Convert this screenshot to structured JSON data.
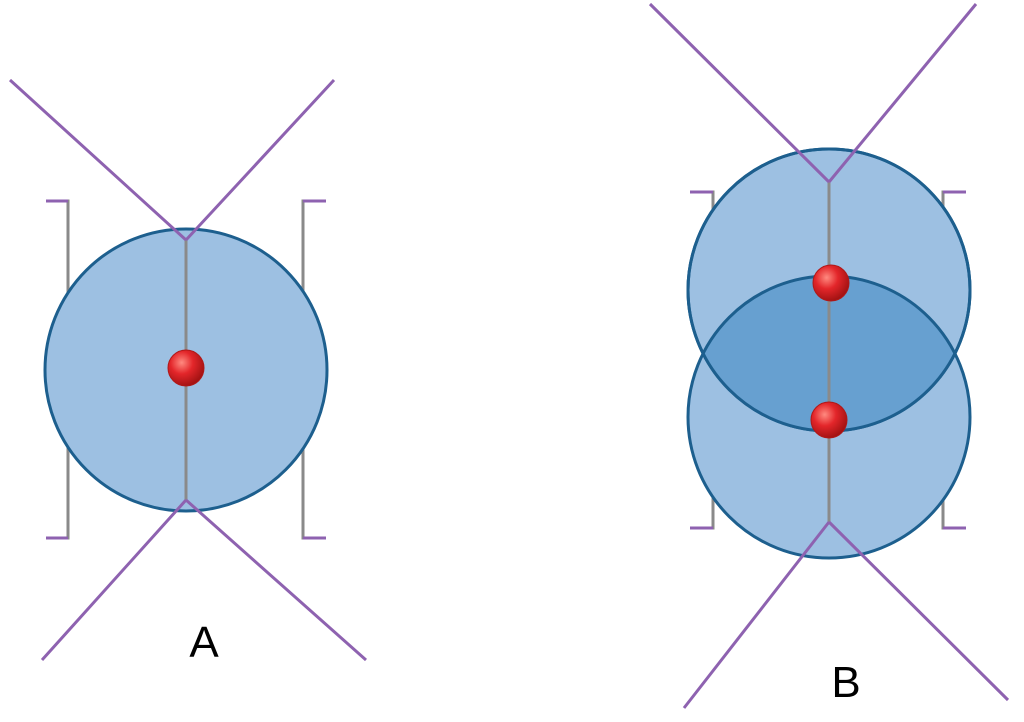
{
  "panels": [
    {
      "id": "A",
      "label": "A"
    },
    {
      "id": "B",
      "label": "B"
    }
  ],
  "colors": {
    "circle_fill": "#9dc0e2",
    "overlap_fill": "#67a0d0",
    "circle_stroke": "#1d5f8e",
    "line": "#8e62b0",
    "bracket": "#8a8a8a",
    "bracket_tip": "#8e62b0",
    "dot": "#e3262a"
  }
}
